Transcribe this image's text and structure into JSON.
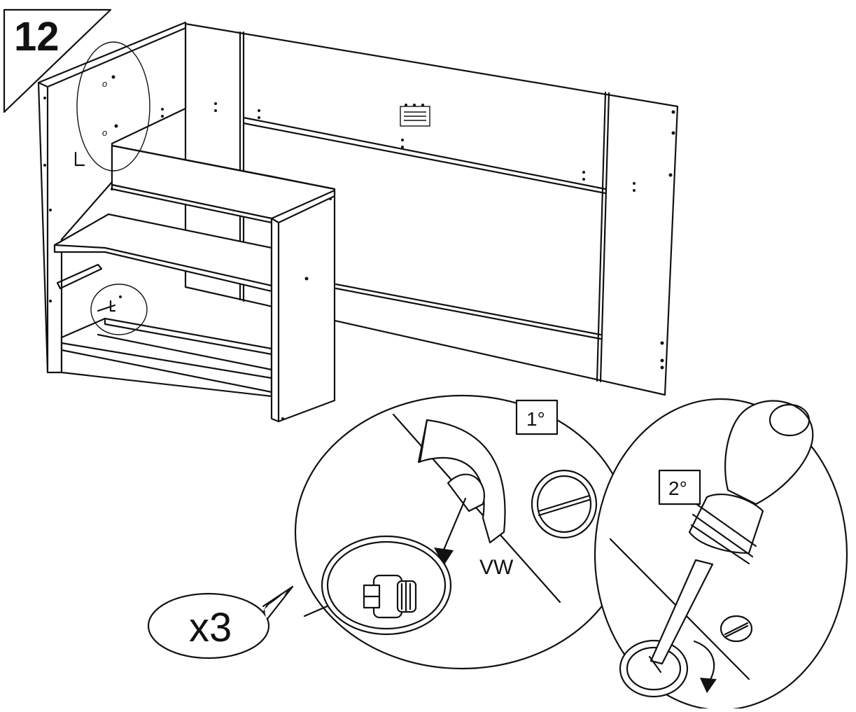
{
  "step": {
    "number": "12"
  },
  "zoom_callouts": {
    "first_label": "1°",
    "second_label": "2°",
    "part_code": "VW",
    "quantity": "x3"
  },
  "colors": {
    "ink": "#111111",
    "paper": "#ffffff"
  },
  "icons": [
    "cam-lock-icon",
    "screwdriver-icon",
    "rotation-arrow-icon",
    "arrow-down-icon"
  ]
}
